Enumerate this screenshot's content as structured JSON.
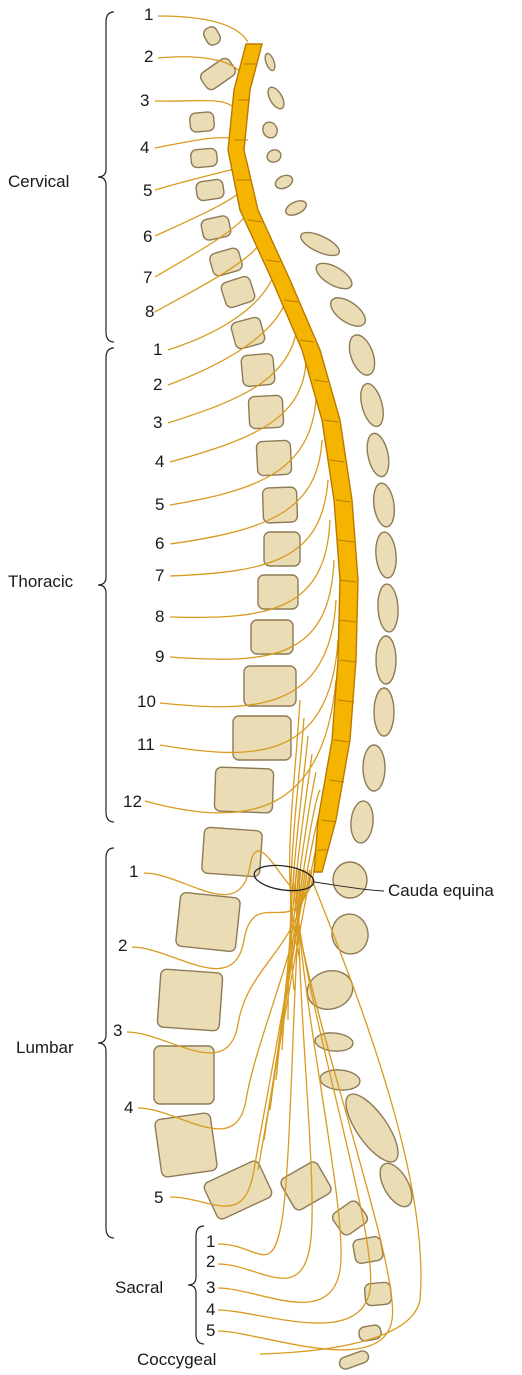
{
  "regions": {
    "cervical": "Cervical",
    "thoracic": "Thoracic",
    "lumbar": "Lumbar",
    "sacral": "Sacral",
    "coccygeal": "Coccygeal"
  },
  "annotation": {
    "cauda_equina": "Cauda equina"
  },
  "cervical_labels": [
    "1",
    "2",
    "3",
    "4",
    "5",
    "6",
    "7",
    "8"
  ],
  "thoracic_labels": [
    "1",
    "2",
    "3",
    "4",
    "5",
    "6",
    "7",
    "8",
    "9",
    "10",
    "11",
    "12"
  ],
  "lumbar_labels": [
    "1",
    "2",
    "3",
    "4",
    "5"
  ],
  "sacral_labels": [
    "1",
    "2",
    "3",
    "4",
    "5"
  ],
  "colors": {
    "bone": "#eadcb5",
    "bone_outline": "#8d7b55",
    "spinal_cord": "#f5b400",
    "spinal_cord_outline": "#b97a00",
    "nerve": "#d89b1f"
  }
}
